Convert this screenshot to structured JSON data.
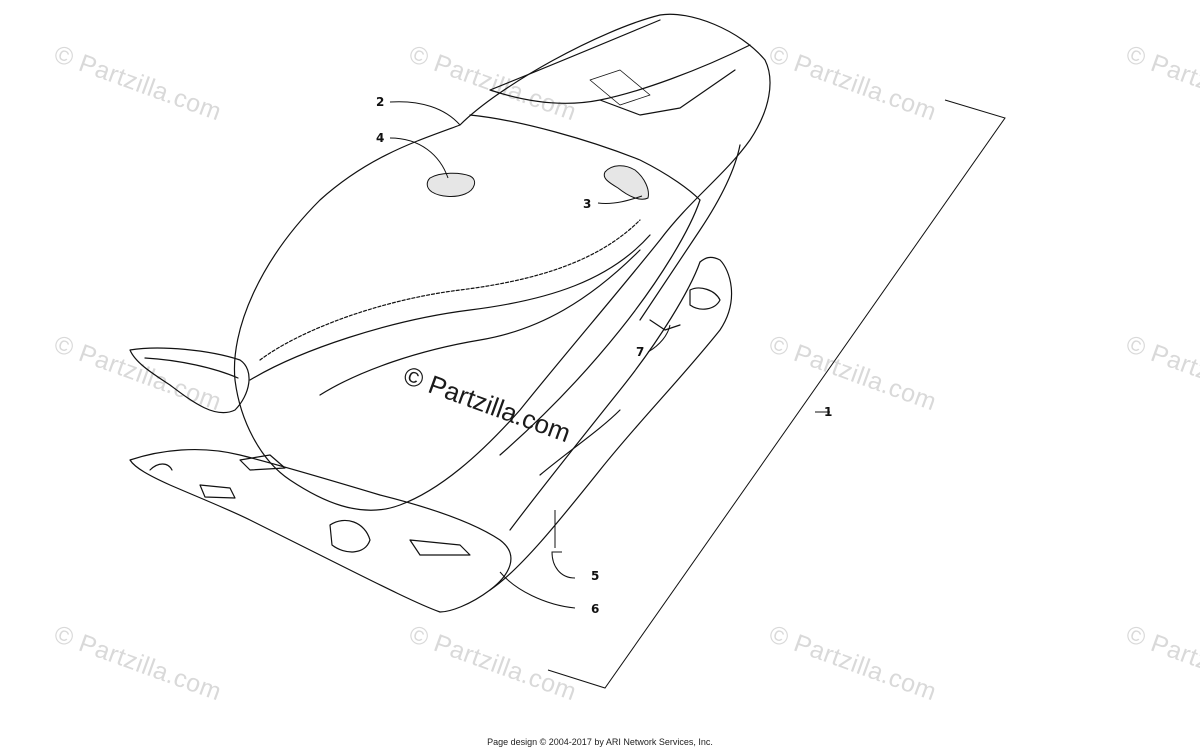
{
  "watermark": "© Partzilla.com",
  "center_watermark": "© Partzilla.com",
  "callouts": [
    "1",
    "2",
    "3",
    "4",
    "5",
    "6",
    "7"
  ],
  "footer": "Page design © 2004-2017 by ARI Network Services, Inc.",
  "colors": {
    "line": "#111111",
    "watermark": "#d9d9d9",
    "background": "#ffffff"
  }
}
